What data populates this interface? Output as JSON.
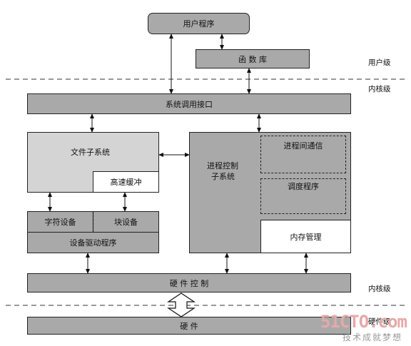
{
  "user_program": "用户程序",
  "func_lib": "函  数  库",
  "level_user": "用户级",
  "level_kernel_top": "内核级",
  "syscall_interface": "系统调用接口",
  "file_subsystem": "文件子系统",
  "buffer_cache": "高速缓冲",
  "process_control_line1": "进程控制",
  "process_control_line2": "子系统",
  "ipc": "进程间通信",
  "scheduler": "调度程序",
  "memory_mgmt": "内存管理",
  "char_device": "字符设备",
  "block_device": "块设备",
  "device_driver": "设备驱动程序",
  "hardware_control": "硬    件    控    制",
  "level_kernel_bottom": "内核级",
  "hardware": "硬                    件",
  "level_hardware": "硬件级",
  "watermark": "51CTO.com",
  "watermark_sub": "技术成就梦想"
}
